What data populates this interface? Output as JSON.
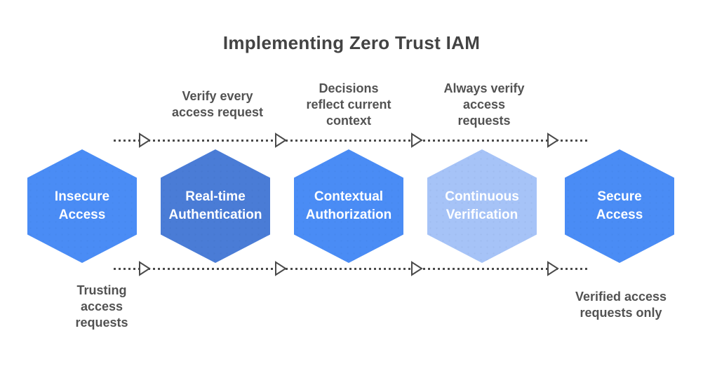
{
  "title": "Implementing Zero Trust IAM",
  "colors": {
    "hexagon_blue": "#4A8CF5",
    "hexagon_blue_muted": "#4A7CD6",
    "hexagon_blue_light": "#A6C3F7",
    "hexagon_text": "#FFFFFF",
    "title_text": "#434343",
    "annotation_text": "#525252",
    "connector": "#4A4A4A"
  },
  "steps": [
    {
      "label": "Insecure\nAccess",
      "color": "#4A8CF5"
    },
    {
      "label": "Real-time\nAuthentication",
      "color": "#4A7CD6"
    },
    {
      "label": "Contextual\nAuthorization",
      "color": "#4A8CF5"
    },
    {
      "label": "Continuous\nVerification",
      "color": "#A6C3F7"
    },
    {
      "label": "Secure\nAccess",
      "color": "#4A8CF5"
    }
  ],
  "annotations": {
    "top": [
      {
        "text": "Verify every\naccess request"
      },
      {
        "text": "Decisions\nreflect current\ncontext"
      },
      {
        "text": "Always verify\naccess\nrequests"
      }
    ],
    "bottom": [
      {
        "text": "Trusting\naccess\nrequests"
      },
      {
        "text": "Verified access\nrequests only"
      }
    ]
  }
}
